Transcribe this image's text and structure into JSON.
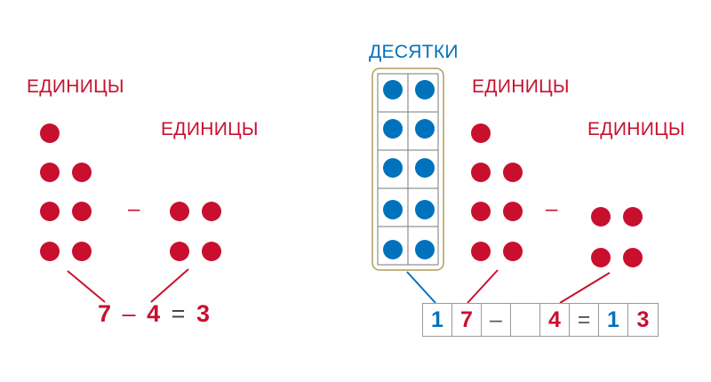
{
  "labels": {
    "left_units_1": "ЕДИНИЦЫ",
    "left_units_2": "ЕДИНИЦЫ",
    "right_tens": "ДЕСЯТКИ",
    "right_units_1": "ЕДИНИЦЫ",
    "right_units_2": "ЕДИНИЦЫ"
  },
  "left_minus": "–",
  "right_minus": "–",
  "left_equation": {
    "a": "7",
    "op": "–",
    "b": "4",
    "eq": "=",
    "result": "3"
  },
  "right_equation_cells": [
    "1",
    "7",
    "–",
    "",
    "4",
    "=",
    "1",
    "3"
  ],
  "colors": {
    "red": "#c8102e",
    "blue": "#0072bc",
    "frame": "#b09a5a"
  }
}
